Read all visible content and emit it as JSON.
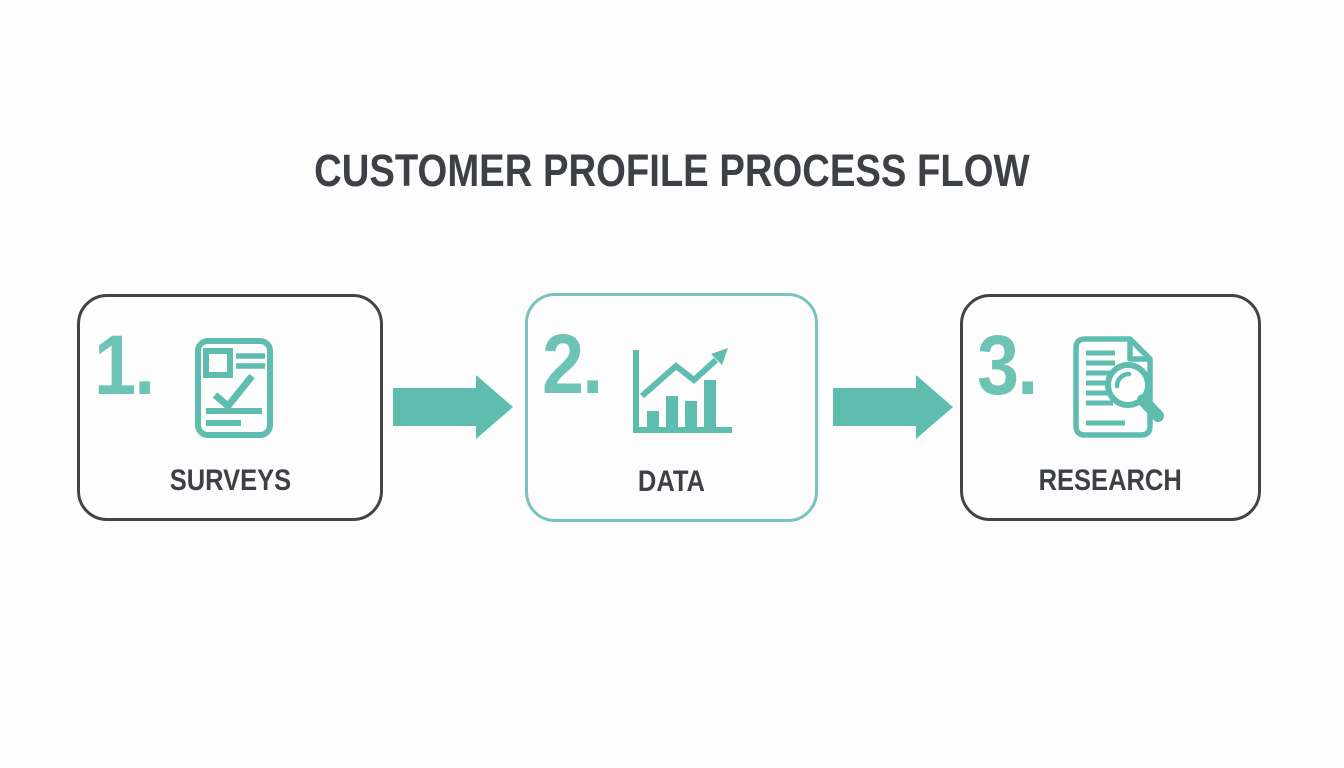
{
  "title": "CUSTOMER PROFILE PROCESS FLOW",
  "colors": {
    "teal": "#5fbdb0",
    "teal_soft": "#6ec3b7",
    "teal_border": "#7ac4ba",
    "dark_border": "#414447",
    "text_dark": "#3d4145",
    "background": "#fdfdfd"
  },
  "steps": [
    {
      "number": "1.",
      "label": "SURVEYS",
      "icon": "survey-checklist-icon",
      "border_style": "dark"
    },
    {
      "number": "2.",
      "label": "DATA",
      "icon": "bar-chart-growth-icon",
      "border_style": "teal"
    },
    {
      "number": "3.",
      "label": "RESEARCH",
      "icon": "document-magnifier-icon",
      "border_style": "dark"
    }
  ],
  "connectors": [
    {
      "icon": "right-arrow-icon"
    },
    {
      "icon": "right-arrow-icon"
    }
  ]
}
